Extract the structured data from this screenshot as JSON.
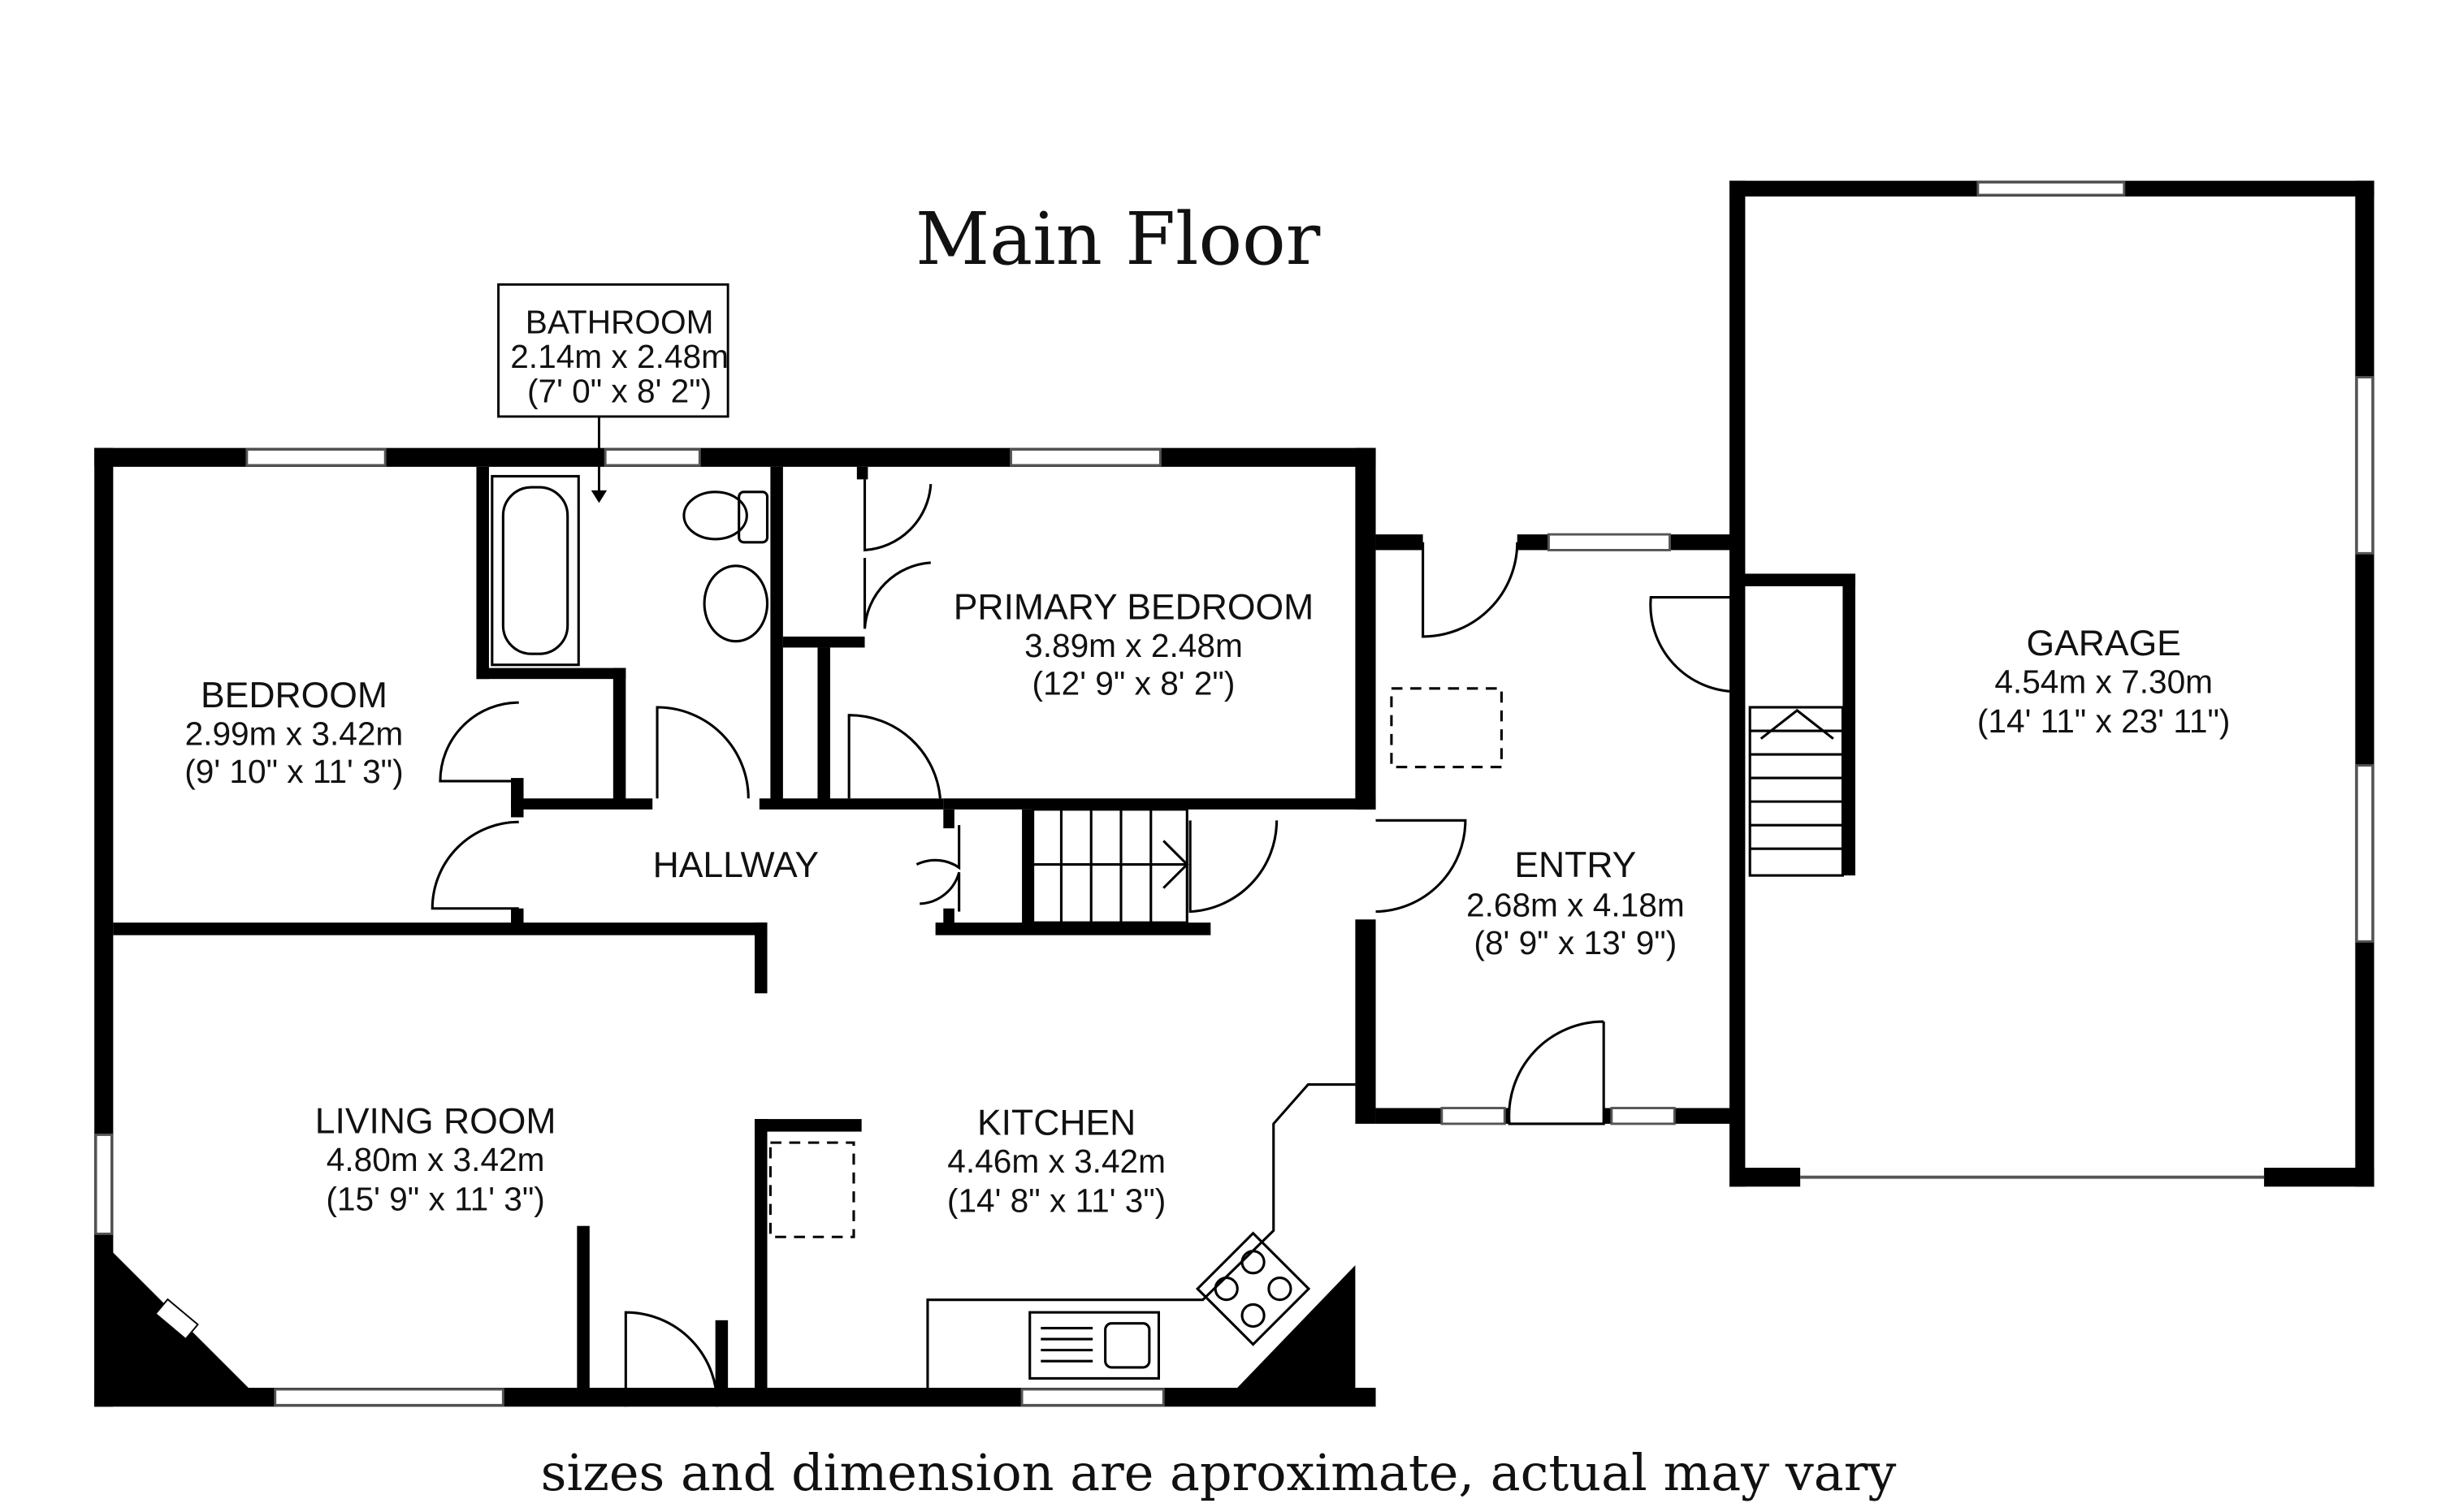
{
  "title": "Main Floor",
  "footnote": "sizes and dimension are aproximate, actual may vary",
  "rooms": {
    "bathroom": {
      "name": "BATHROOM",
      "metric": "2.14m x 2.48m",
      "imperial": "(7' 0\" x 8' 2\")"
    },
    "bedroom": {
      "name": "BEDROOM",
      "metric": "2.99m x 3.42m",
      "imperial": "(9' 10\" x 11' 3\")"
    },
    "primary_bedroom": {
      "name": "PRIMARY BEDROOM",
      "metric": "3.89m x 2.48m",
      "imperial": "(12' 9\" x 8' 2\")"
    },
    "hallway": {
      "name": "HALLWAY"
    },
    "living_room": {
      "name": "LIVING ROOM",
      "metric": "4.80m x 3.42m",
      "imperial": "(15' 9\" x 11' 3\")"
    },
    "kitchen": {
      "name": "KITCHEN",
      "metric": "4.46m x 3.42m",
      "imperial": "(14' 8\" x 11' 3\")"
    },
    "entry": {
      "name": "ENTRY",
      "metric": "2.68m x 4.18m",
      "imperial": "(8' 9\" x 13' 9\")"
    },
    "garage": {
      "name": "GARAGE",
      "metric": "4.54m x 7.30m",
      "imperial": "(14' 11\" x 23' 11\")"
    }
  }
}
